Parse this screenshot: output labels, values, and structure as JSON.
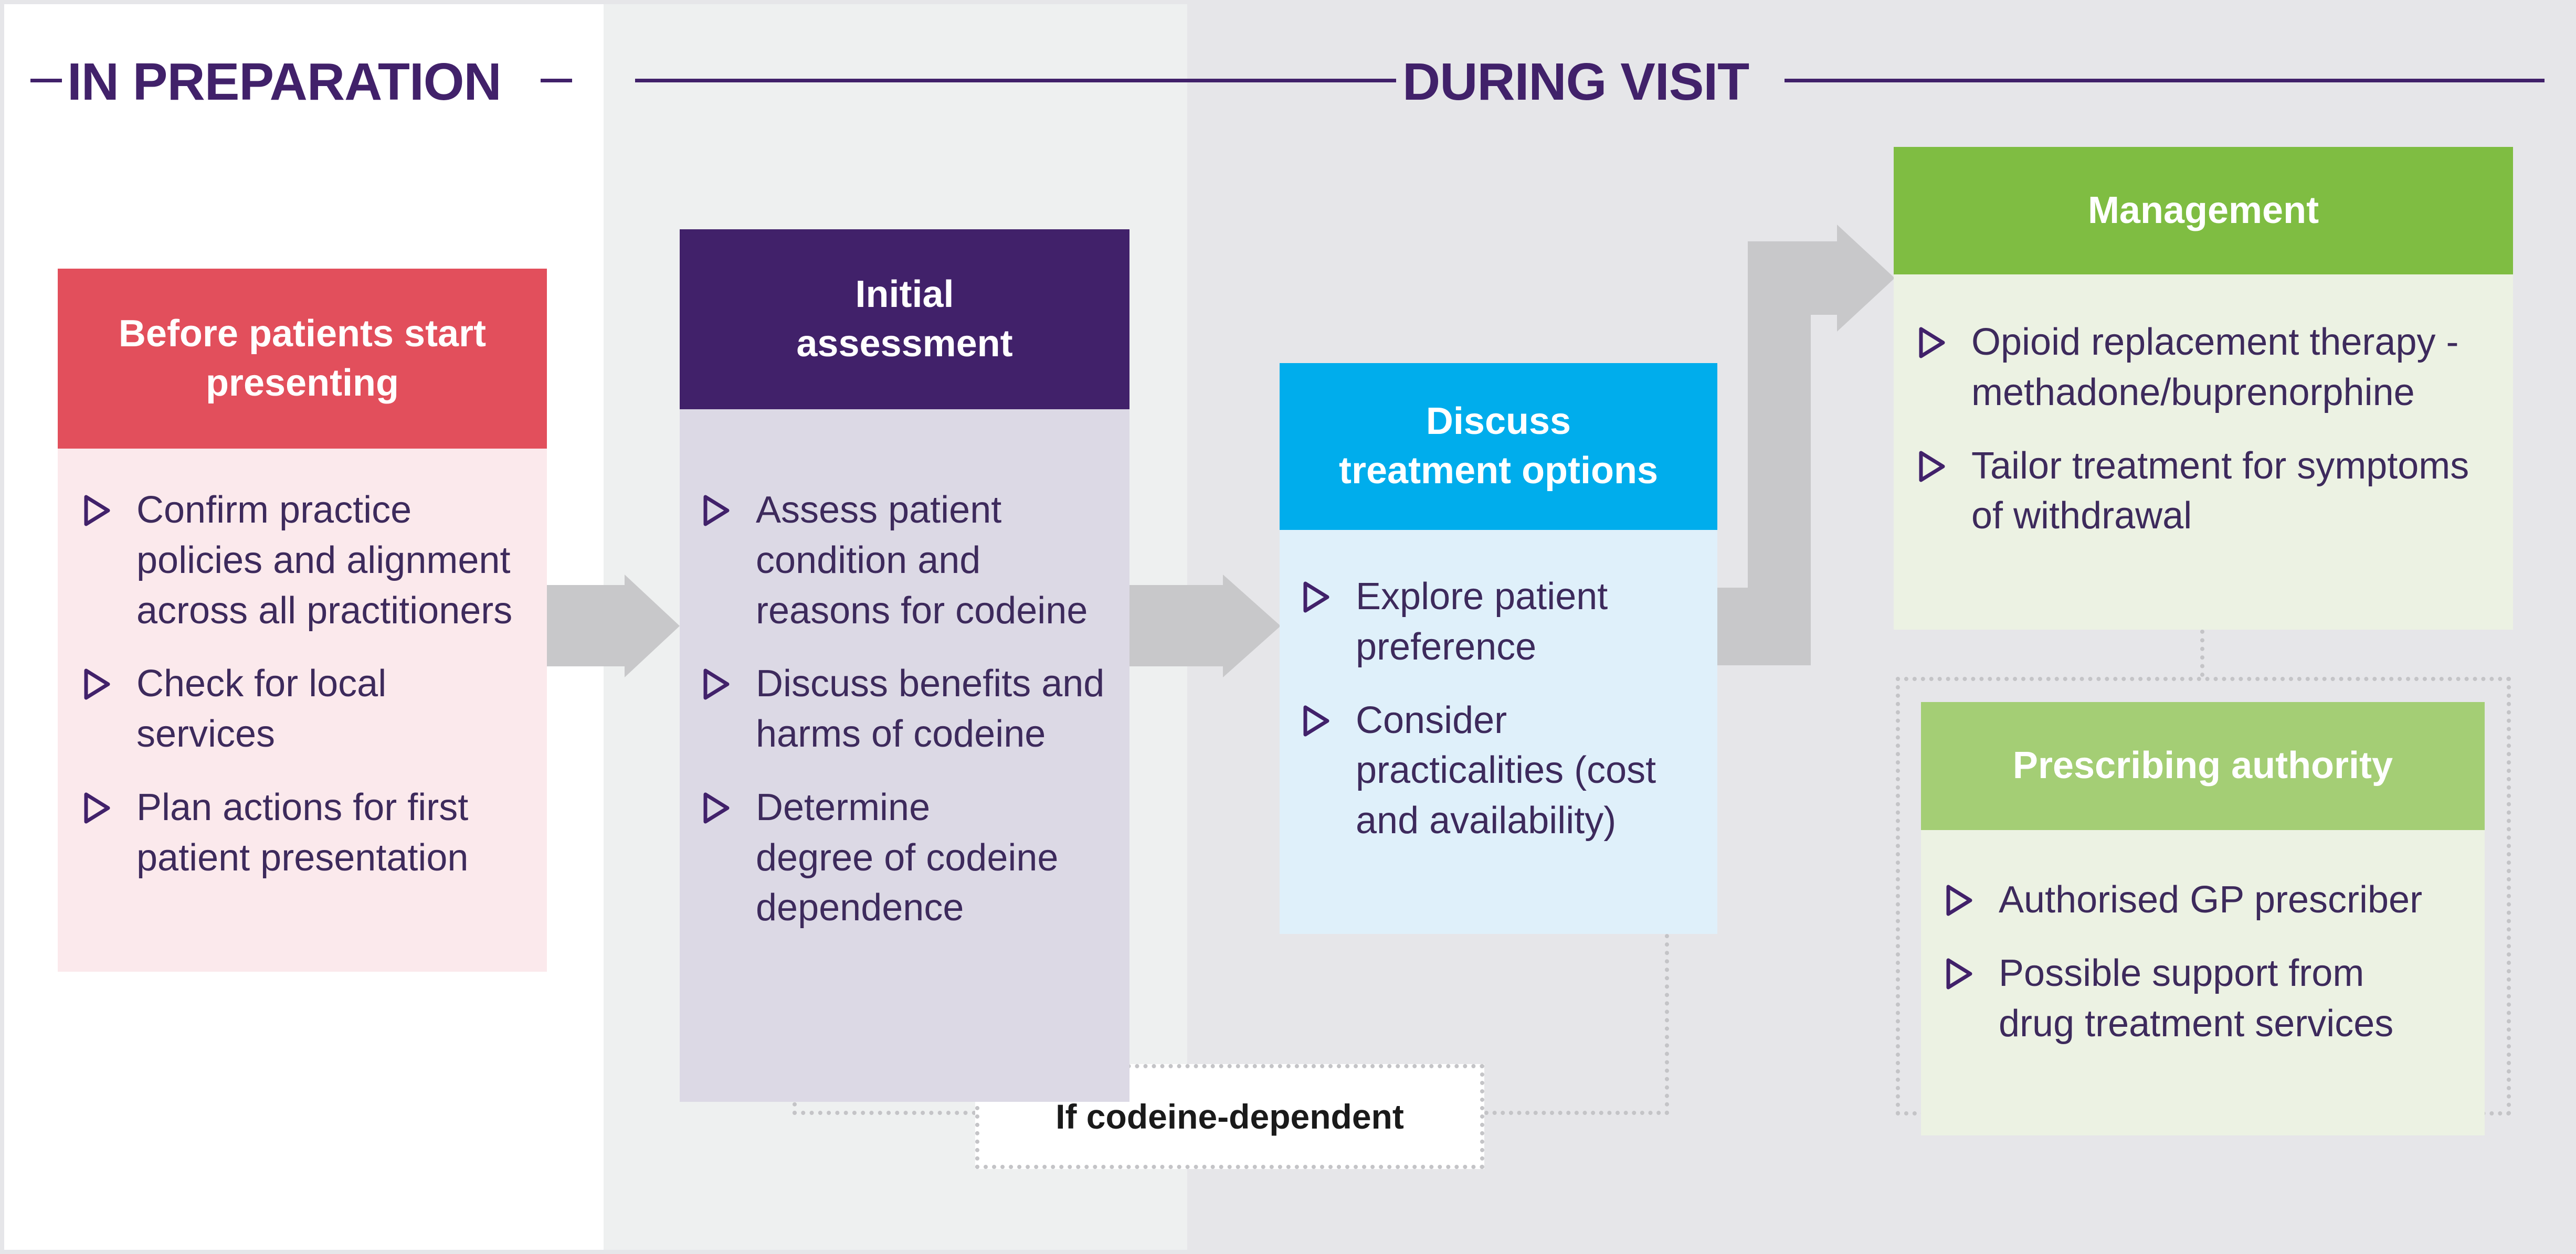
{
  "phases": {
    "preparation": "IN PREPARATION",
    "during": "DURING VISIT"
  },
  "cards": {
    "before": {
      "title": "Before patients start\npresenting",
      "items": [
        "Confirm practice\npolicies and alignment\nacross all practitioners",
        "Check for local\nservices",
        "Plan actions for first\npatient presentation"
      ]
    },
    "initial": {
      "title": "Initial\nassessment",
      "items": [
        "Assess patient\ncondition and\nreasons for codeine",
        "Discuss benefits and\nharms of codeine",
        "Determine\ndegree of codeine\ndependence"
      ]
    },
    "discuss": {
      "title": "Discuss\ntreatment options",
      "items": [
        "Explore patient\npreference",
        "Consider\npracticalities (cost\nand availability)"
      ]
    },
    "management": {
      "title": "Management",
      "items": [
        "Opioid replacement therapy -\nmethadone/buprenorphine",
        "Tailor treatment for symptoms\nof withdrawal"
      ]
    },
    "prescribing": {
      "title": "Prescribing authority",
      "items": [
        "Authorised GP prescriber",
        "Possible support from\ndrug treatment services"
      ]
    }
  },
  "condition_label": "If codeine-dependent",
  "colors": {
    "purple_dark": "#41216a",
    "red": "#e24f5c",
    "red_light": "#fbe9ec",
    "purple_light": "#dcd9e5",
    "blue": "#00adec",
    "blue_light": "#dff0fa",
    "green": "#7fbd42",
    "green_soft": "#a4ce75",
    "green_light": "#ecf2e3",
    "arrow_grey": "#c8c8ca"
  },
  "icons": {
    "bullet": "triangle-bullet-icon",
    "flow": "right-arrow-icon"
  }
}
